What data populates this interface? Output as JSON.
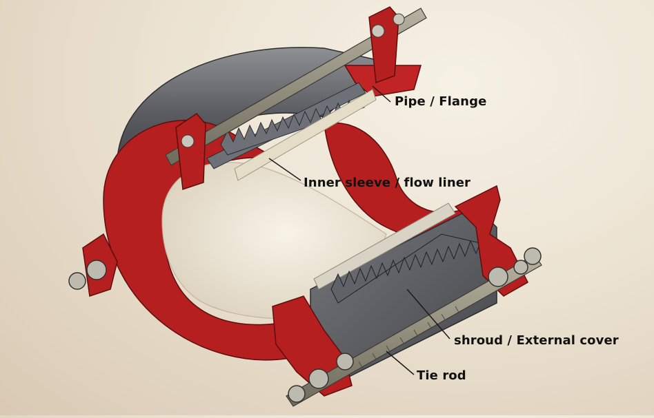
{
  "diagram": {
    "labels": {
      "pipe_flange": "Pipe / Flange",
      "inner_sleeve": "Inner sleeve / flow liner",
      "shroud": "shroud / External cover",
      "tie_rod": "Tie rod"
    },
    "colors": {
      "flange_red": "#b51f1f",
      "flange_dark": "#7d1212",
      "liner_cream": "#efe9dc",
      "shroud_grey": "#5f6165",
      "rod_grey": "#8a8778",
      "bellows_grey": "#6d7076"
    }
  }
}
